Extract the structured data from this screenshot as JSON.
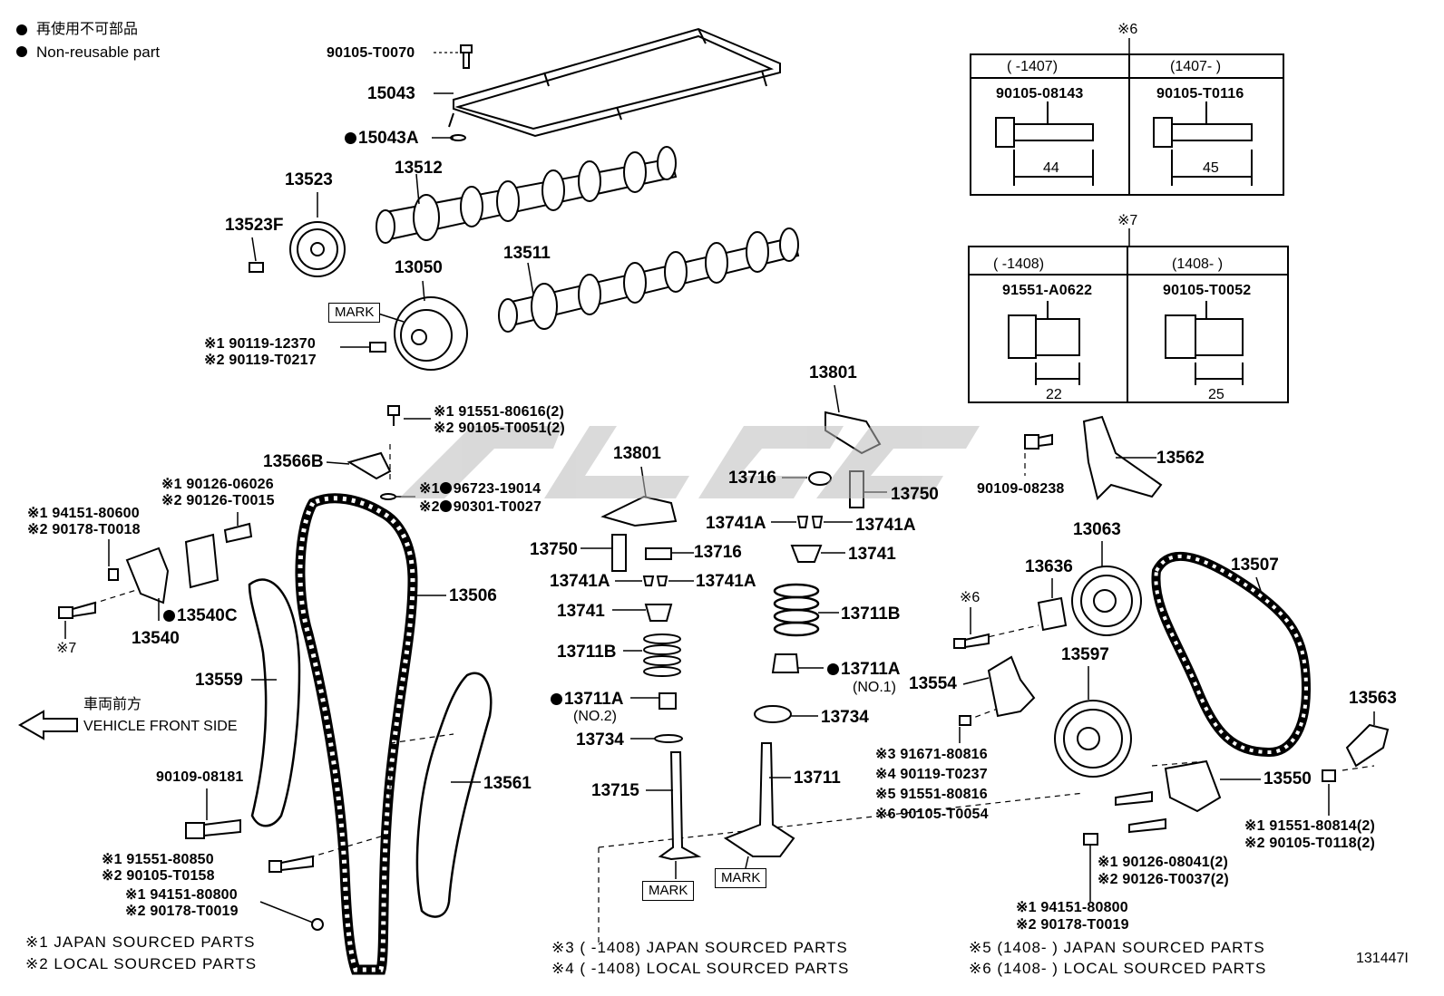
{
  "legend": {
    "ja": "再使用不可部品",
    "en": "Non-reusable part"
  },
  "direction": {
    "ja": "車両前方",
    "en": "VEHICLE FRONT SIDE"
  },
  "table6": {
    "title": "※6",
    "col1_head": "(      -1407)",
    "col2_head": "(1407-      )",
    "col1_part": "90105-08143",
    "col2_part": "90105-T0116",
    "col1_dim": "44",
    "col2_dim": "45"
  },
  "table7": {
    "title": "※7",
    "col1_head": "(      -1408)",
    "col2_head": "(1408-      )",
    "col1_part": "91551-A0622",
    "col2_part": "90105-T0052",
    "col1_dim": "22",
    "col2_dim": "25"
  },
  "labels": {
    "p90105_T0070": "90105-T0070",
    "p15043": "15043",
    "p15043A": "15043A",
    "p13523": "13523",
    "p13512": "13512",
    "p13523F": "13523F",
    "p13511": "13511",
    "p13050": "13050",
    "mark": "MARK",
    "r1_90119": "※1 90119-12370",
    "r2_90119": "※2 90119-T0217",
    "r1_91551_80616": "※1 91551-80616(2)",
    "r2_90105_T0051": "※2 90105-T0051(2)",
    "p13566B": "13566B",
    "r1_96723": "※1",
    "p96723": "96723-19014",
    "r2_90301": "※2",
    "p90301": "90301-T0027",
    "r1_90126_06026": "※1 90126-06026",
    "r2_90126_T0015": "※2 90126-T0015",
    "r1_94151_80600": "※1 94151-80600",
    "r2_90178_T0018": "※2 90178-T0018",
    "p13540C": "13540C",
    "p13540": "13540",
    "ref7": "※7",
    "p13506": "13506",
    "p13559": "13559",
    "p90109_08181": "90109-08181",
    "p13561": "13561",
    "r1_91551_80850": "※1 91551-80850",
    "r2_90105_T0158": "※2 90105-T0158",
    "r1_94151_80800a": "※1 94151-80800",
    "r2_90178_T0019a": "※2 90178-T0019",
    "p13801a": "13801",
    "p13801b": "13801",
    "p13716a": "13716",
    "p13716b": "13716",
    "p13750a": "13750",
    "p13750b": "13750",
    "p13741A_1": "13741A",
    "p13741A_2": "13741A",
    "p13741A_3": "13741A",
    "p13741A_4": "13741A",
    "p13741a": "13741",
    "p13741b": "13741",
    "p13711Ba": "13711B",
    "p13711Bb": "13711B",
    "p13711Aa": "13711A",
    "p13711Ab": "13711A",
    "no1": "(NO.1)",
    "no2": "(NO.2)",
    "p13734a": "13734",
    "p13734b": "13734",
    "p13715": "13715",
    "p13711": "13711",
    "p90109_08238": "90109-08238",
    "p13562": "13562",
    "p13063": "13063",
    "p13636": "13636",
    "p13507": "13507",
    "ref6": "※6",
    "p13554": "13554",
    "p13597": "13597",
    "r3": "※3  91671-80816",
    "r4": "※4  90119-T0237",
    "r5": "※5  91551-80816",
    "r6": "※6  90105-T0054",
    "p13563": "13563",
    "p13550": "13550",
    "r1_91551_80814": "※1 91551-80814(2)",
    "r2_90105_T0118": "※2 90105-T0118(2)",
    "r1_90126_08041": "※1 90126-08041(2)",
    "r2_90126_T0037": "※2 90126-T0037(2)",
    "r1_94151_80800b": "※1 94151-80800",
    "r2_90178_T0019b": "※2 90178-T0019"
  },
  "footnotes": {
    "f1": "※1 JAPAN SOURCED PARTS",
    "f2": "※2 LOCAL SOURCED PARTS",
    "f3": "※3 (      -1408) JAPAN SOURCED PARTS",
    "f4": "※4 (      -1408) LOCAL SOURCED PARTS",
    "f5": "※5 (1408-        ) JAPAN SOURCED PARTS",
    "f6": "※6 (1408-        ) LOCAL SOURCED PARTS",
    "id": "131447I"
  }
}
